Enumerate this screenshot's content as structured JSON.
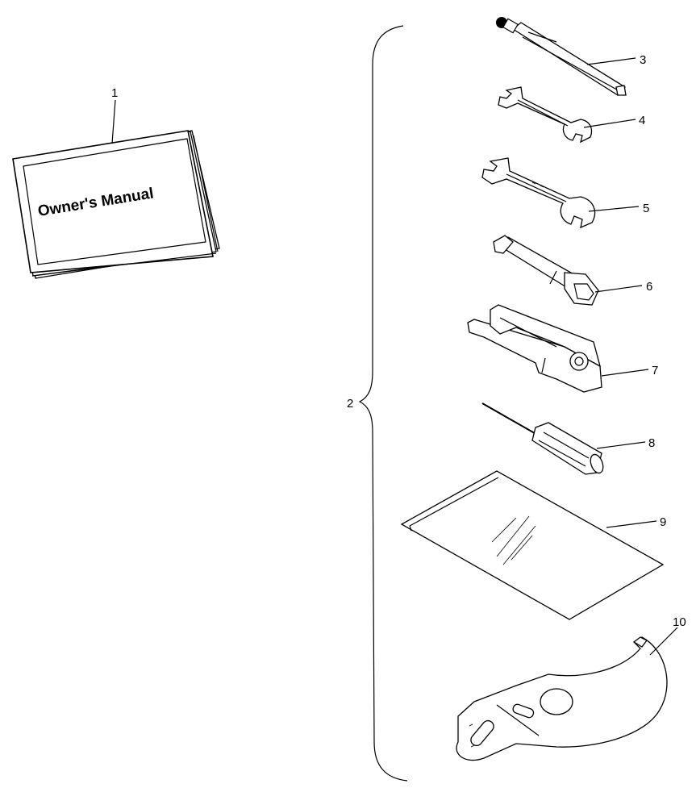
{
  "manual": {
    "title": "Owner's Manual"
  },
  "callouts": {
    "c1": "1",
    "c2": "2",
    "c3": "3",
    "c4": "4",
    "c5": "5",
    "c6": "6",
    "c7": "7",
    "c8": "8",
    "c9": "9",
    "c10": "10"
  }
}
